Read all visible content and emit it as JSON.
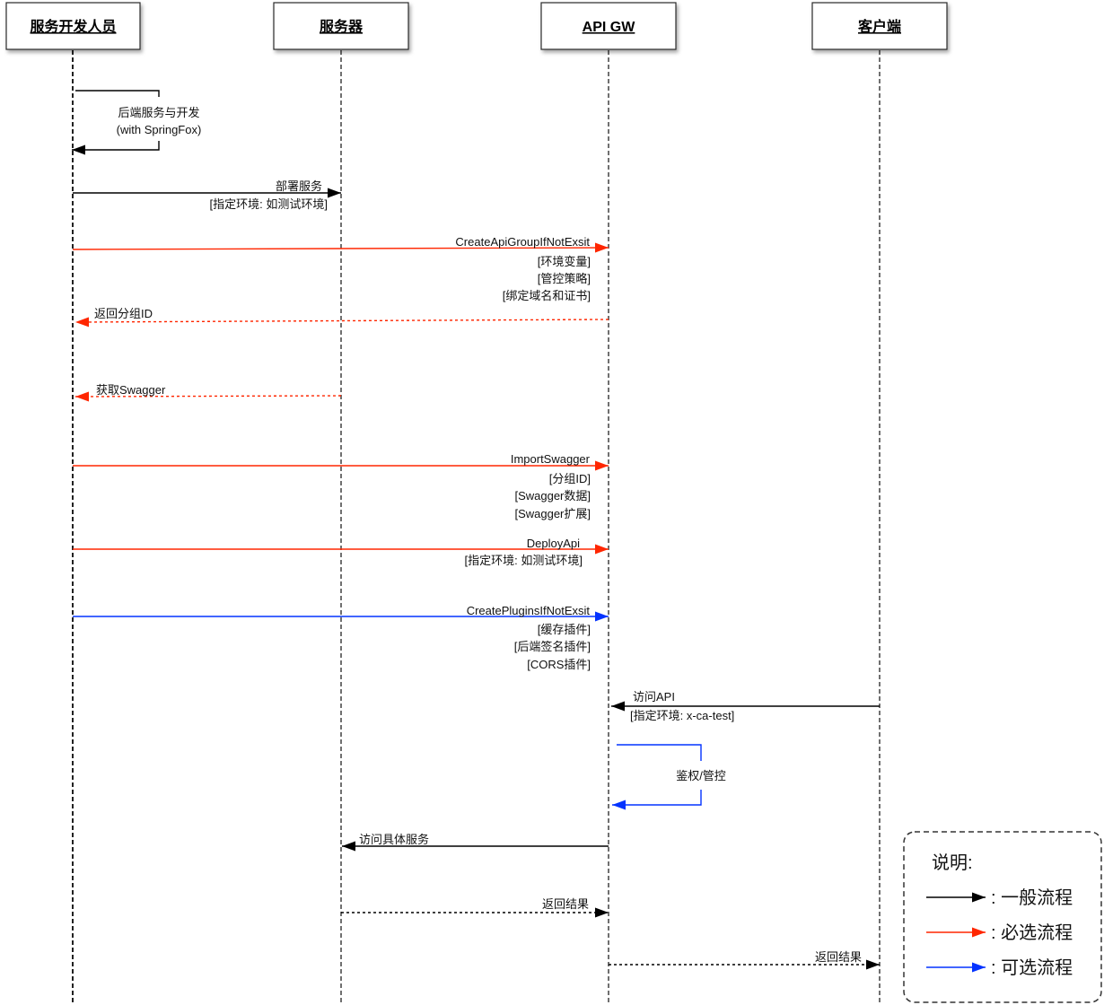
{
  "participants": [
    {
      "label": "服务开发人员"
    },
    {
      "label": "服务器"
    },
    {
      "label": "API GW"
    },
    {
      "label": "客户端"
    }
  ],
  "messages": [
    {
      "label": "后端服务与开发",
      "notes": [
        "(with SpringFox)"
      ]
    },
    {
      "label": "部署服务",
      "notes": [
        "[指定环境: 如测试环境]"
      ]
    },
    {
      "label": "CreateApiGroupIfNotExsit",
      "notes": [
        "[环境变量]",
        "[管控策略]",
        "[绑定域名和证书]"
      ]
    },
    {
      "label": "返回分组ID"
    },
    {
      "label": "获取Swagger"
    },
    {
      "label": "ImportSwagger",
      "notes": [
        "[分组ID]",
        "[Swagger数据]",
        "[Swagger扩展]"
      ]
    },
    {
      "label": "DeployApi",
      "notes": [
        "[指定环境: 如测试环境]"
      ]
    },
    {
      "label": "CreatePluginsIfNotExsit",
      "notes": [
        "[缓存插件]",
        "[后端签名插件]",
        "[CORS插件]"
      ]
    },
    {
      "label": "访问API",
      "notes": [
        "[指定环境: x-ca-test]"
      ]
    },
    {
      "label": "鉴权/管控"
    },
    {
      "label": "访问具体服务"
    },
    {
      "label": "返回结果"
    },
    {
      "label": "返回结果"
    }
  ],
  "legend": {
    "title": "说明:",
    "items": [
      {
        "label": ": 一般流程",
        "color": "#000000"
      },
      {
        "label": ": 必选流程",
        "color": "#FF2600"
      },
      {
        "label": ": 可选流程",
        "color": "#0433FF"
      }
    ]
  }
}
